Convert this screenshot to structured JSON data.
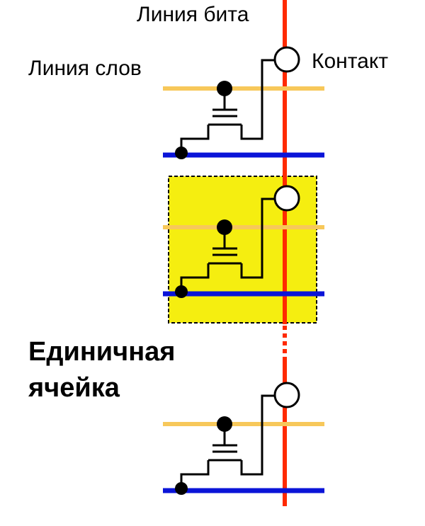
{
  "labels": {
    "bit_line": "Линия бита",
    "word_line": "Линия слов",
    "contact": "Контакт",
    "unit_cell_line1": "Единичная",
    "unit_cell_line2": "ячейка"
  },
  "colors": {
    "bit_line": "#ff2a00",
    "word_line": "#f7c85a",
    "ground_line": "#0a14d8",
    "cell_fill": "#f5ee10",
    "wire": "#000000"
  },
  "cells": [
    {
      "name": "cell-top",
      "highlighted": false
    },
    {
      "name": "cell-middle",
      "highlighted": true
    },
    {
      "name": "cell-bottom",
      "highlighted": false
    }
  ]
}
